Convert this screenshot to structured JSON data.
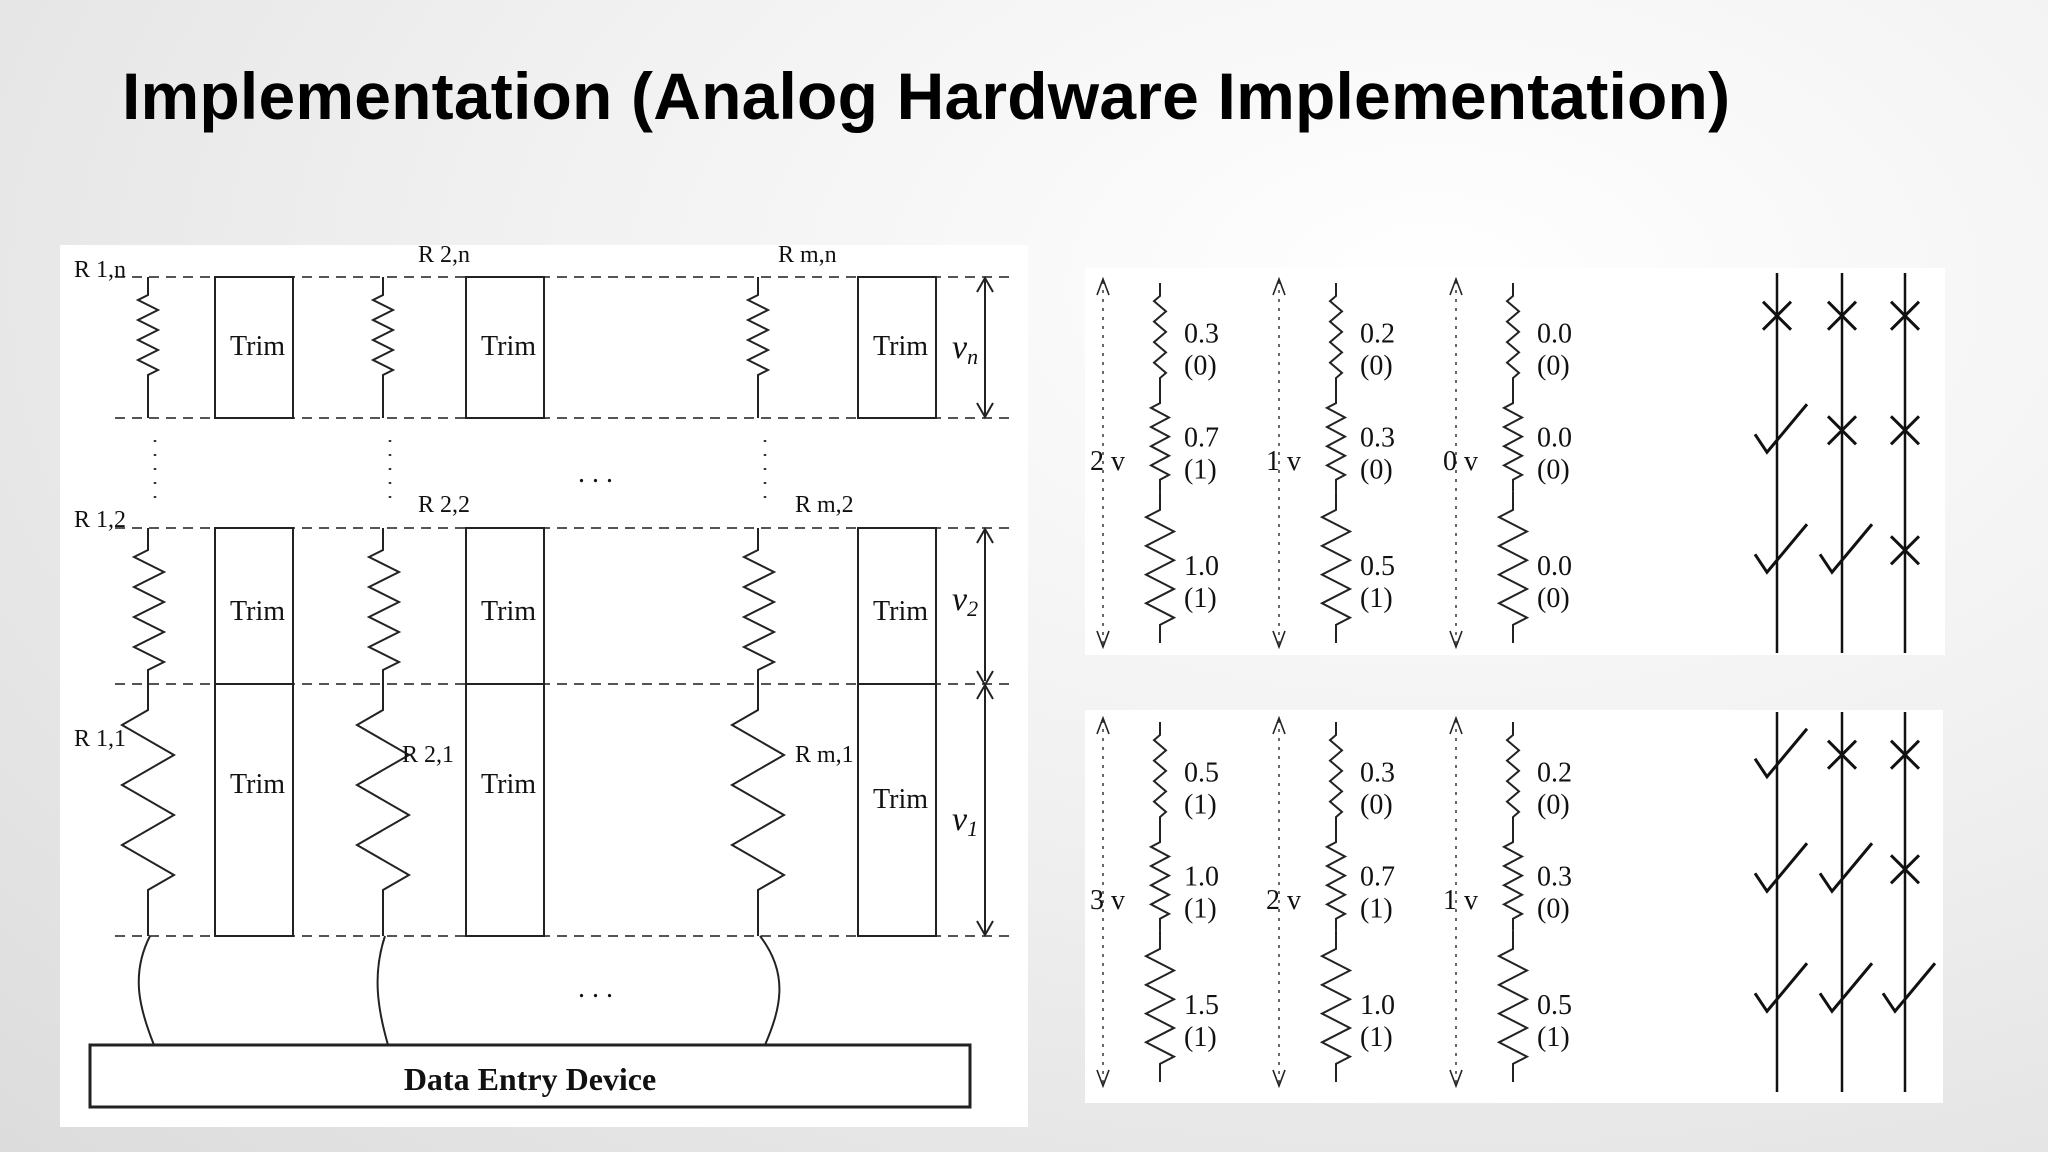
{
  "title": "Implementation (Analog Hardware Implementation)",
  "left_diagram": {
    "labels": {
      "r1n": "R 1,n",
      "r2n": "R 2,n",
      "rmn": "R m,n",
      "r12": "R 1,2",
      "r22": "R 2,2",
      "rm2": "R m,2",
      "r11": "R 1,1",
      "r21": "R 2,1",
      "rm1": "R m,1"
    },
    "trim_label": "Trim",
    "voltage_labels": {
      "vn": {
        "base": "v",
        "sub": "n"
      },
      "v2": {
        "base": "v",
        "sub": "2"
      },
      "v1": {
        "base": "v",
        "sub": "1"
      }
    },
    "ellipsis": ". . .",
    "device": "Data Entry Device"
  },
  "right_diagram": {
    "top": {
      "columns": [
        {
          "voltage": "2 v",
          "values": [
            {
              "v": "0.3",
              "b": "(0)"
            },
            {
              "v": "0.7",
              "b": "(1)"
            },
            {
              "v": "1.0",
              "b": "(1)"
            }
          ]
        },
        {
          "voltage": "1 v",
          "values": [
            {
              "v": "0.2",
              "b": "(0)"
            },
            {
              "v": "0.3",
              "b": "(0)"
            },
            {
              "v": "0.5",
              "b": "(1)"
            }
          ]
        },
        {
          "voltage": "0 v",
          "values": [
            {
              "v": "0.0",
              "b": "(0)"
            },
            {
              "v": "0.0",
              "b": "(0)"
            },
            {
              "v": "0.0",
              "b": "(0)"
            }
          ]
        }
      ],
      "marks": [
        [
          "x",
          "x",
          "x"
        ],
        [
          "check",
          "x",
          "x"
        ],
        [
          "check",
          "check",
          "x"
        ]
      ]
    },
    "bottom": {
      "columns": [
        {
          "voltage": "3 v",
          "values": [
            {
              "v": "0.5",
              "b": "(1)"
            },
            {
              "v": "1.0",
              "b": "(1)"
            },
            {
              "v": "1.5",
              "b": "(1)"
            }
          ]
        },
        {
          "voltage": "2 v",
          "values": [
            {
              "v": "0.3",
              "b": "(0)"
            },
            {
              "v": "0.7",
              "b": "(1)"
            },
            {
              "v": "1.0",
              "b": "(1)"
            }
          ]
        },
        {
          "voltage": "1 v",
          "values": [
            {
              "v": "0.2",
              "b": "(0)"
            },
            {
              "v": "0.3",
              "b": "(0)"
            },
            {
              "v": "0.5",
              "b": "(1)"
            }
          ]
        }
      ],
      "marks": [
        [
          "check",
          "x",
          "x"
        ],
        [
          "check",
          "check",
          "x"
        ],
        [
          "check",
          "check",
          "check"
        ]
      ]
    }
  }
}
